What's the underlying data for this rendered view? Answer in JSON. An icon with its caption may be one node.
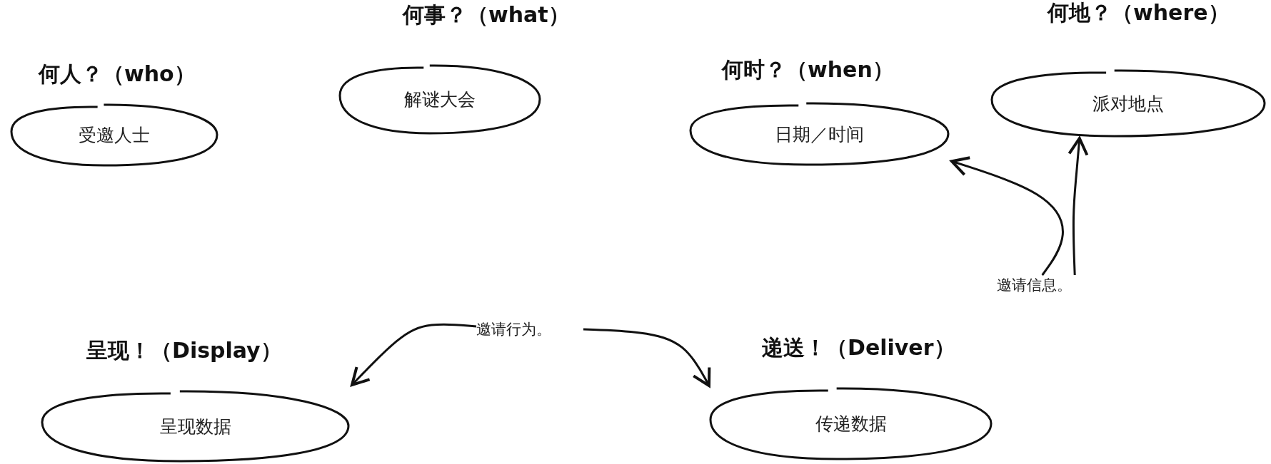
{
  "diagram": {
    "nodes": [
      {
        "text": [
          "何人？（who）",
          "受邀人士"
        ]
      },
      {
        "text": [
          "何事？（what）",
          "解谜大会"
        ]
      },
      {
        "text": [
          "何时？（when）",
          "日期／时间"
        ]
      },
      {
        "text": [
          "何地？（where）",
          "派对地点"
        ]
      },
      {
        "text": [
          "邀请信息。"
        ]
      },
      {
        "text": [
          "邀请行为。"
        ]
      },
      {
        "text": [
          "呈现！（Display）",
          "呈现数据"
        ]
      },
      {
        "text": [
          "递送！（Deliver）",
          "传递数据"
        ]
      }
    ],
    "edges": [
      {
        "from": 4,
        "to": 2,
        "arrow": "to"
      },
      {
        "from": 4,
        "to": 3,
        "arrow": "to"
      },
      {
        "from": 5,
        "to": 6,
        "arrow": "to"
      },
      {
        "from": 5,
        "to": 7,
        "arrow": "to"
      }
    ]
  }
}
